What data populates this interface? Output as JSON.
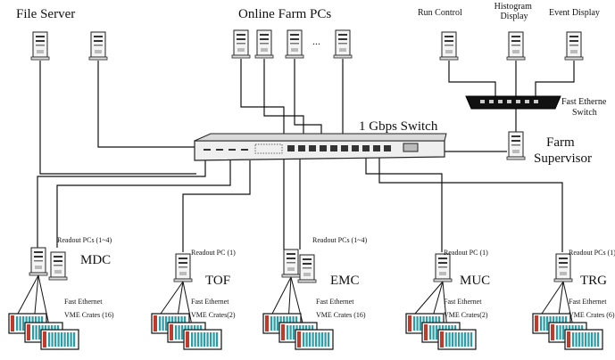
{
  "top_labels": {
    "file_server": "File Server",
    "online_farm": "Online Farm PCs",
    "ellipsis": "...",
    "run_control": "Run Control",
    "histogram_display": "Histogram\nDisplay",
    "event_display": "Event Display",
    "fast_ethernet_switch": "Fast Etherne\nSwitch",
    "gbps_switch": "1 Gbps Switch",
    "farm_supervisor": "Farm\nSupervisor"
  },
  "subsystems": [
    {
      "name": "MDC",
      "readout": "Readout PCs (1~4)",
      "fast_ethernet": "Fast Ethernet",
      "vme": "VME Crates (16)"
    },
    {
      "name": "TOF",
      "readout": "Readout PC (1)",
      "fast_ethernet": "Fast Ethernet",
      "vme": "VME Crates(2)"
    },
    {
      "name": "EMC",
      "readout": "Readout PCs (1~4)",
      "fast_ethernet": "Fast Ethernet",
      "vme": "VME Crates (16)"
    },
    {
      "name": "MUC",
      "readout": "Readout PC (1)",
      "fast_ethernet": "Fast Ethernet",
      "vme": "VME Crates(2)"
    },
    {
      "name": "TRG",
      "readout": "Readout PCs (1)",
      "fast_ethernet": "Fast Ethernet",
      "vme": "VME Crates (6)"
    }
  ]
}
